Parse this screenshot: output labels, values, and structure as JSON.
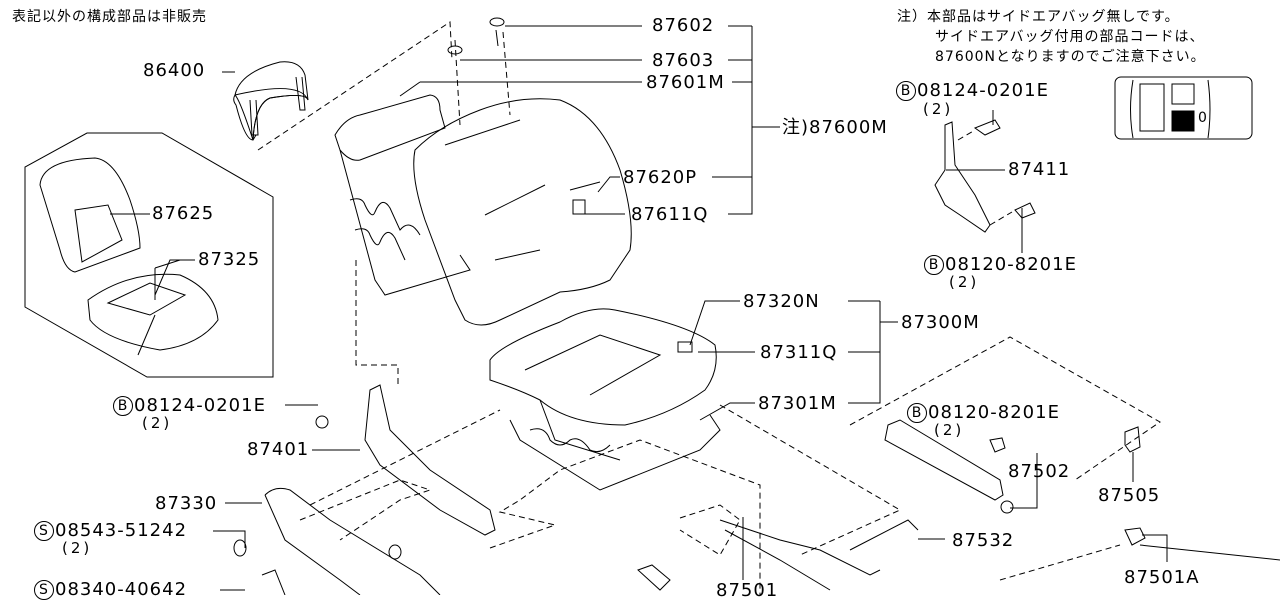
{
  "notes": {
    "top_left": "表記以外の構成部品は非販売",
    "top_right_line1": "注）本部品はサイドエアバッグ無しです。",
    "top_right_line2": "サイドエアバッグ付用の部品コードは、",
    "top_right_line3": "87600Nとなりますのでご注意下さい。"
  },
  "parts": {
    "p86400": "86400",
    "p87602": "87602",
    "p87603": "87603",
    "p87601M": "87601M",
    "p87600M": "注)87600M",
    "p87620P": "87620P",
    "p87611Q": "87611Q",
    "p87625": "87625",
    "p87325": "87325",
    "p87411": "87411",
    "p87320N": "87320N",
    "p87311Q": "87311Q",
    "p87301M": "87301M",
    "p87300M": "87300M",
    "p87401": "87401",
    "p87330": "87330",
    "p87502": "87502",
    "p87505": "87505",
    "p87532": "87532",
    "p87501": "87501",
    "p87501A": "87501A"
  },
  "fasteners": [
    {
      "symbol": "B",
      "code": "08124-0201E",
      "qty": "(2)"
    },
    {
      "symbol": "B",
      "code": "08120-8201E",
      "qty": "(2)"
    },
    {
      "symbol": "B",
      "code": "08124-0201E",
      "qty": "(2)"
    },
    {
      "symbol": "B",
      "code": "08120-8201E",
      "qty": "(2)"
    },
    {
      "symbol": "S",
      "code": "08543-51242",
      "qty": "(2)"
    },
    {
      "symbol": "S",
      "code": "08340-40642",
      "qty": ""
    }
  ],
  "icons": {
    "seat_position_indicator": "seat-position-diagram-icon",
    "indicator_mark": "0"
  },
  "colors": {
    "line": "#000000",
    "background": "#ffffff"
  }
}
